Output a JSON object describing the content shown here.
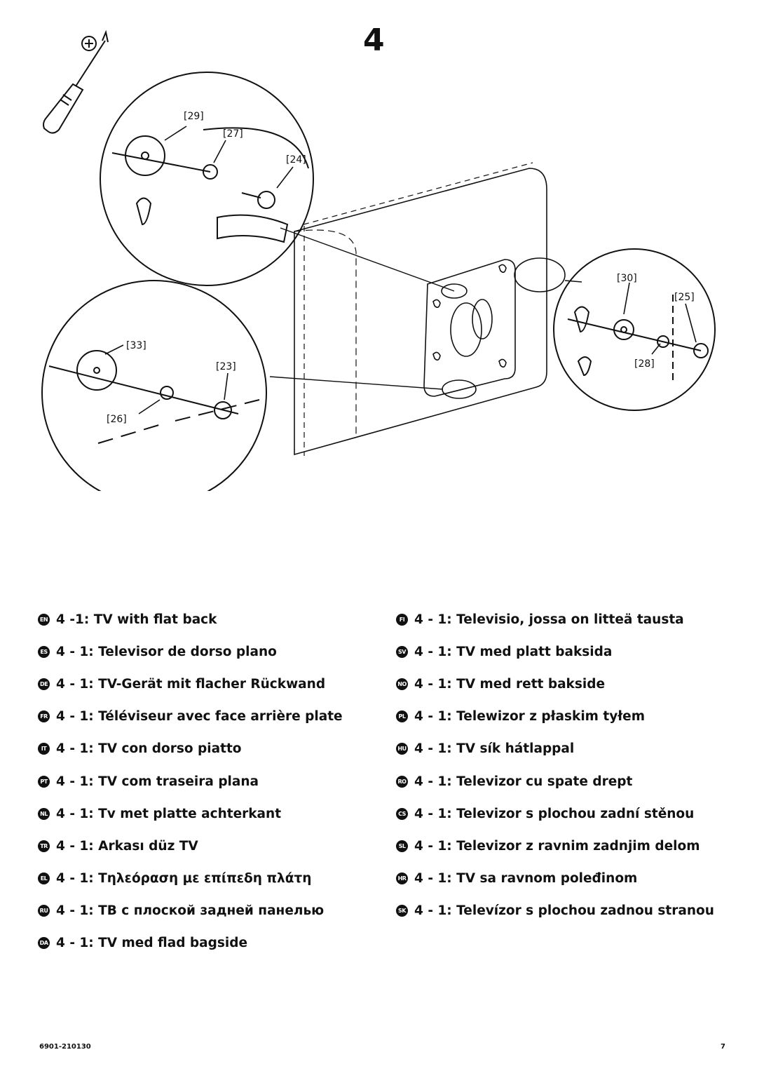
{
  "step": "4",
  "callouts": {
    "c29": "[29]",
    "c27": "[27]",
    "c24": "[24]",
    "c33": "[33]",
    "c23": "[23]",
    "c26": "[26]",
    "c30": "[30]",
    "c25": "[25]",
    "c28": "[28]"
  },
  "instructions_left": [
    {
      "lang": "EN",
      "text": "4 -1:  TV with flat back"
    },
    {
      "lang": "ES",
      "text": "4 - 1: Televisor de dorso plano"
    },
    {
      "lang": "DE",
      "text": "4 - 1: TV-Gerät mit flacher Rückwand"
    },
    {
      "lang": "FR",
      "text": "4 - 1: Téléviseur avec face arrière plate"
    },
    {
      "lang": "IT",
      "text": "4 - 1: TV con dorso piatto"
    },
    {
      "lang": "PT",
      "text": "4 - 1:  TV com traseira plana"
    },
    {
      "lang": "NL",
      "text": "4 - 1:  Tv met platte achterkant"
    },
    {
      "lang": "TR",
      "text": "4 - 1:  Arkası düz TV"
    },
    {
      "lang": "EL",
      "text": "4 - 1:  Τηλεόραση με επίπεδη πλάτη"
    },
    {
      "lang": "RU",
      "text": "4 - 1: ТВ с плоской задней панелью"
    },
    {
      "lang": "DA",
      "text": "4 - 1: TV med flad bagside"
    }
  ],
  "instructions_right": [
    {
      "lang": "FI",
      "text": "4 - 1:  Televisio, jossa on litteä tausta"
    },
    {
      "lang": "SV",
      "text": "4 - 1:  TV med platt baksida"
    },
    {
      "lang": "NO",
      "text": "4 - 1:  TV med rett bakside"
    },
    {
      "lang": "PL",
      "text": "4 - 1:  Telewizor z płaskim tyłem"
    },
    {
      "lang": "HU",
      "text": "4 - 1:  TV sík hátlappal"
    },
    {
      "lang": "RO",
      "text": "4 - 1: Televizor cu spate drept"
    },
    {
      "lang": "CS",
      "text": "4 - 1:  Televizor s plochou zadní stěnou"
    },
    {
      "lang": "SL",
      "text": "4 - 1: Televizor z ravnim zadnjim delom"
    },
    {
      "lang": "HR",
      "text": "4 - 1:  TV sa ravnom poleđinom"
    },
    {
      "lang": "SK",
      "text": "4 - 1:  Televízor s plochou zadnou stranou"
    }
  ],
  "footer": {
    "code": "6901-210130",
    "page": "7"
  }
}
